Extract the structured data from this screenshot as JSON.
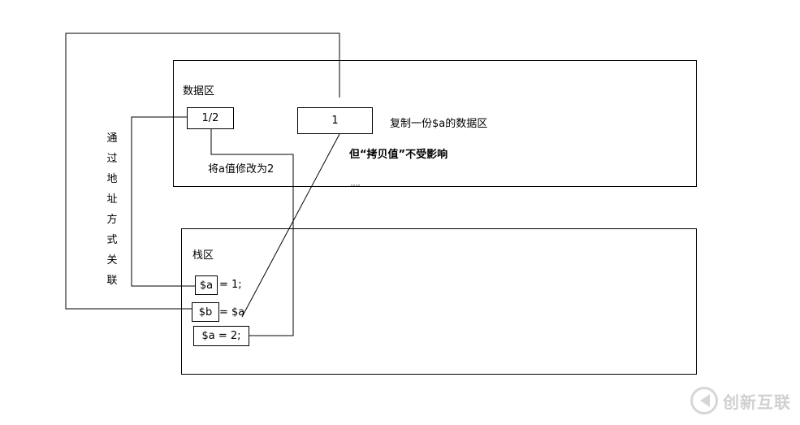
{
  "data_region": {
    "title": "数据区",
    "box_left_value": "1/2",
    "box_right_value": "1",
    "copy_note": "复制一份$a的数据区",
    "copy_note_bold": "但“拷贝值”不受影响",
    "modify_note": "将a值修改为2"
  },
  "stack_region": {
    "title": "栈区",
    "line1_var": "$a",
    "line1_rest": "= 1;",
    "line2_var": "$b",
    "line2_rest": "= $a",
    "line3_text": "$a = 2;"
  },
  "side_label": [
    "通",
    "过",
    "地",
    "址",
    "方",
    "式",
    "关",
    "联"
  ],
  "watermark": {
    "brand": "创新互联"
  }
}
